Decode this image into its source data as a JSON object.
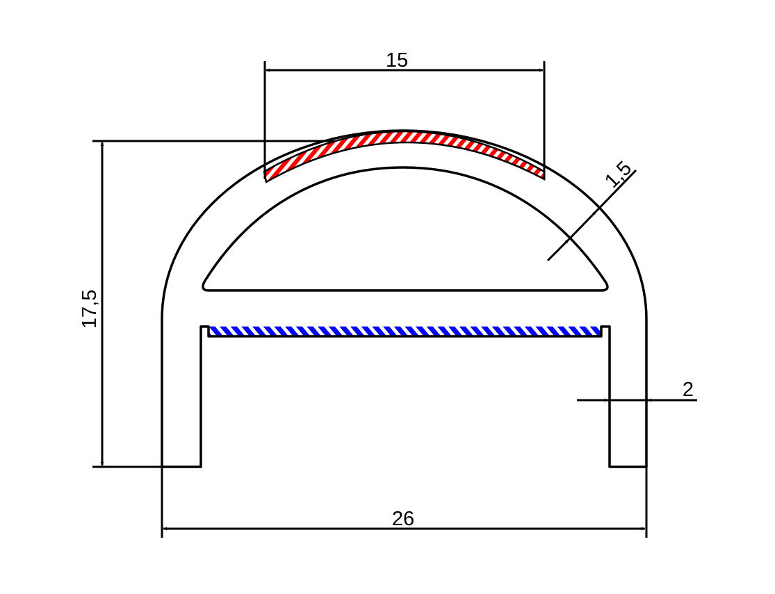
{
  "drawing": {
    "dimensions": {
      "top_width": "15",
      "height": "17,5",
      "total_width": "26",
      "wall_thickness": "2",
      "top_thickness": "1,5"
    },
    "colors": {
      "top_hatch": "#ff0000",
      "strip_hatch": "#0000ff",
      "line": "#000000"
    }
  }
}
